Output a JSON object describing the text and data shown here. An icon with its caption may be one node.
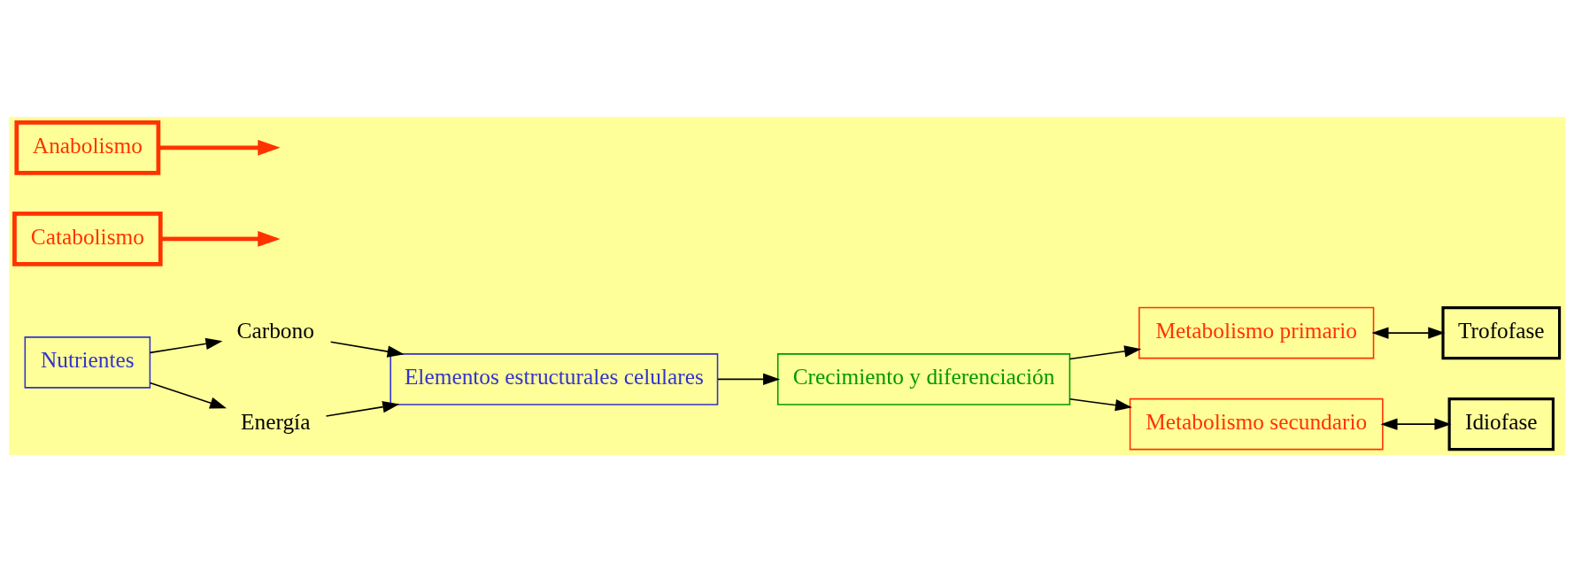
{
  "diagram": {
    "nodes": [
      {
        "text": [
          "Nutrientes"
        ]
      },
      {
        "text": [
          "Carbono"
        ]
      },
      {
        "text": [
          "Energía"
        ]
      },
      {
        "text": [
          "Elementos estructurales celulares"
        ]
      },
      {
        "text": [
          "Crecimiento y diferenciación"
        ]
      },
      {
        "text": [
          "Catabolismo"
        ]
      },
      {
        "text": [
          "Anabolismo"
        ]
      },
      {
        "text": [
          "Metabolismo primario"
        ]
      },
      {
        "text": [
          "Metabolismo secundario"
        ]
      },
      {
        "text": [
          "Trofofase"
        ]
      },
      {
        "text": [
          "Idiofase"
        ]
      }
    ],
    "edges": [
      {
        "from": 0,
        "to": 1,
        "arrow": "to"
      },
      {
        "from": 0,
        "to": 2,
        "arrow": "to"
      },
      {
        "from": 5,
        "to": null,
        "arrow": "to",
        "style": "thick",
        "color": "#ff3300"
      },
      {
        "from": 1,
        "to": 3,
        "arrow": "to"
      },
      {
        "from": 2,
        "to": 3,
        "arrow": "to"
      },
      {
        "from": 6,
        "to": null,
        "arrow": "to",
        "style": "thick",
        "color": "#ff3300"
      },
      {
        "from": 3,
        "to": 4,
        "arrow": "to"
      },
      {
        "from": 4,
        "to": 7,
        "arrow": "to"
      },
      {
        "from": 4,
        "to": 8,
        "arrow": "to"
      },
      {
        "from": 7,
        "to": 9,
        "arrow": "both"
      },
      {
        "from": 8,
        "to": 10,
        "arrow": "both"
      }
    ]
  }
}
